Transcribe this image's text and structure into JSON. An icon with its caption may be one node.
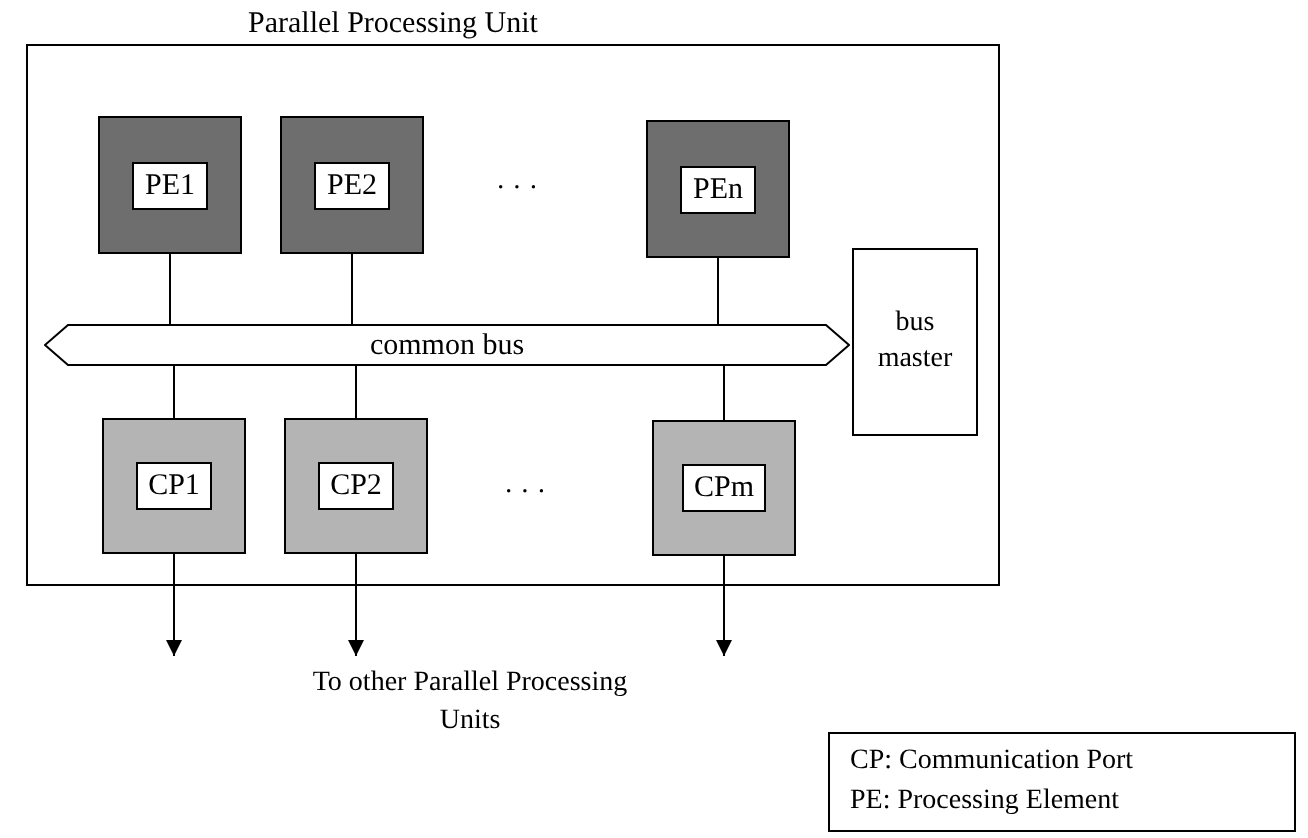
{
  "diagram": {
    "nodes": [
      {
        "text": [
          "Parallel Processing Unit"
        ]
      },
      {
        "text": [
          "PE1"
        ],
        "in": 0
      },
      {
        "text": [
          "PE2"
        ],
        "in": 0
      },
      {
        "text": [
          "PEn"
        ],
        "in": 0
      },
      {
        "text": [
          "common bus"
        ],
        "in": 0
      },
      {
        "text": [
          "bus master"
        ],
        "in": 0
      },
      {
        "text": [
          "CP1"
        ],
        "in": 0
      },
      {
        "text": [
          "CP2"
        ],
        "in": 0
      },
      {
        "text": [
          "CPm"
        ],
        "in": 0
      },
      {
        "text": [
          "CP: Communication Port",
          "PE: Processing Element"
        ]
      },
      {
        "text": [
          "To other Parallel Processing Units"
        ]
      }
    ],
    "edges": [
      {
        "from": 1,
        "to": 4,
        "arrow": "none"
      },
      {
        "from": 2,
        "to": 4,
        "arrow": "none"
      },
      {
        "from": 3,
        "to": 4,
        "arrow": "none"
      },
      {
        "from": 4,
        "to": 6,
        "arrow": "none"
      },
      {
        "from": 4,
        "to": 7,
        "arrow": "none"
      },
      {
        "from": 4,
        "to": 8,
        "arrow": "none"
      },
      {
        "from": 6,
        "to": null,
        "arrow": "to"
      },
      {
        "from": 7,
        "to": 10,
        "arrow": "to"
      },
      {
        "from": 8,
        "to": null,
        "arrow": "to"
      }
    ],
    "labels": [
      "· · ·",
      "· · ·"
    ]
  }
}
